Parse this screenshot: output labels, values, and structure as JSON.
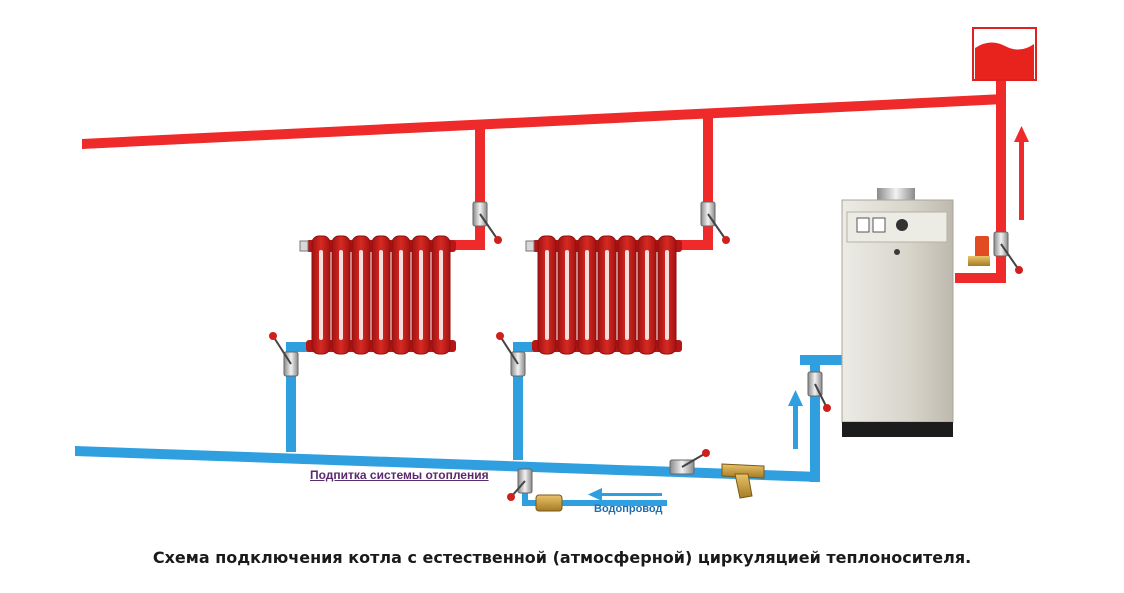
{
  "labels": {
    "feed": "Подпитка системы отопления",
    "water_supply": "Водопровод",
    "caption": "Схема подключения котла с естественной (атмосферной) циркуляцией теплоносителя."
  },
  "colors": {
    "supply_pipe": "#ee2a2a",
    "return_pipe": "#2f9fe0",
    "radiator": "#c21c1c",
    "boiler_body": "#d9d7cf",
    "boiler_base": "#1c1c1c",
    "valve_brass": "#c9a24a",
    "valve_handle": "#d0201b"
  }
}
